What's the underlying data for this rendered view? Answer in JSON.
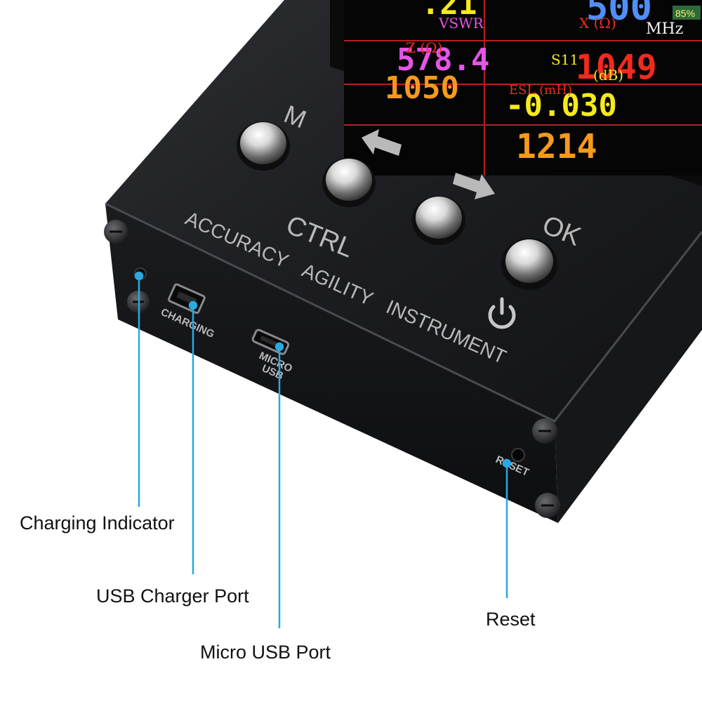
{
  "device": {
    "buttons": {
      "m": "M",
      "left_arrow_icon": "arrow-left-icon",
      "right_arrow_icon": "arrow-right-icon",
      "ctrl": "CTRL",
      "ok": "OK",
      "power_icon": "power-icon"
    },
    "slogan": [
      "ACCURACY",
      "AGILITY",
      "INSTRUMENT"
    ],
    "ports": {
      "charging": "CHARGING",
      "micro": "MICRO",
      "usb": "USB",
      "reset": "RESET"
    },
    "screen": {
      "top_left_value": ".21",
      "top_right_value": "500",
      "battery": "85%",
      "freq_unit": "MHz",
      "vswr_label": "VSWR",
      "vswr_value": "578.4",
      "x_label": "X (Ω)",
      "x_value": "1049",
      "z_label": "Z (Ω)",
      "z_value": "1050",
      "s11_label": "S11",
      "db_label": "(dB)",
      "s11_value": "-0.030",
      "esl_label": "ESL (mH)",
      "esl_value": "1214"
    }
  },
  "callouts": {
    "charging_indicator": "Charging Indicator",
    "usb_charger_port": "USB Charger Port",
    "micro_usb_port": "Micro USB Port",
    "reset": "Reset"
  },
  "colors": {
    "callout_line": "#29a9e1",
    "screen_grid": "#b4201e",
    "magenta": "#e455e8",
    "red": "#f42a1e",
    "yellow": "#f6e91c",
    "orange": "#f59a1c",
    "blue": "#4f8ff7"
  }
}
